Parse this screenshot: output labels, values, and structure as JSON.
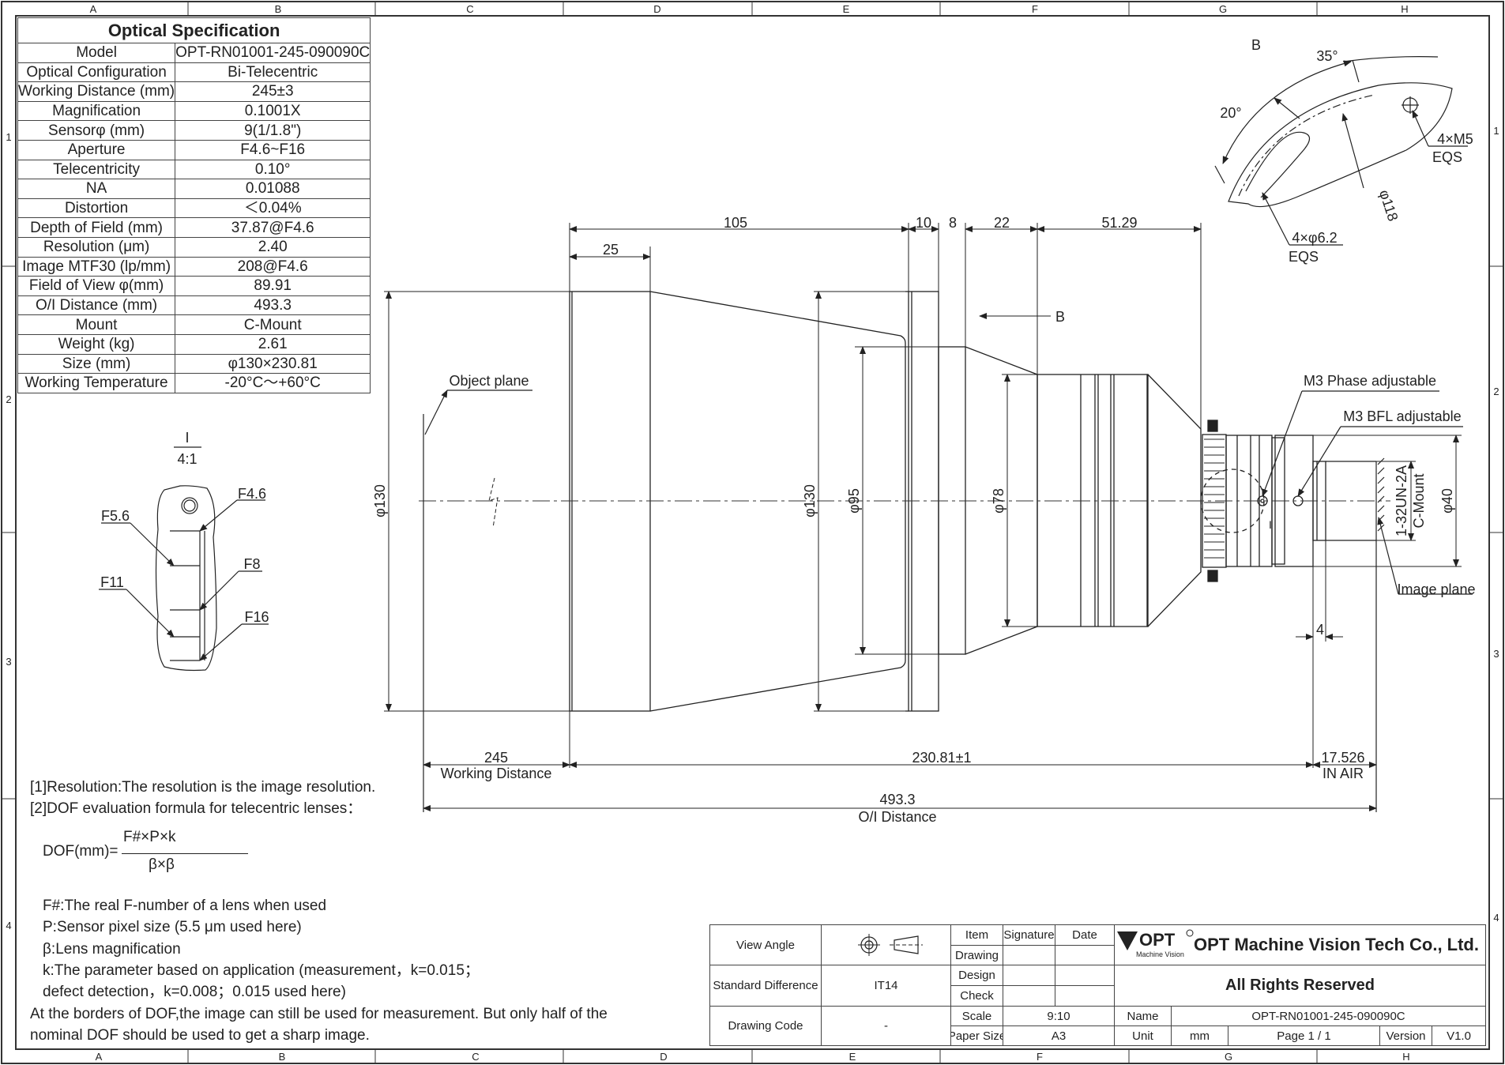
{
  "grid": {
    "columns": [
      "A",
      "B",
      "C",
      "D",
      "E",
      "F",
      "G",
      "H"
    ],
    "rows": [
      "1",
      "2",
      "3",
      "4"
    ]
  },
  "spec": {
    "title": "Optical Specification",
    "rows": [
      {
        "label": "Model",
        "value": "OPT-RN01001-245-090090C"
      },
      {
        "label": "Optical Configuration",
        "value": "Bi-Telecentric"
      },
      {
        "label": "Working Distance (mm)",
        "value": "245±3"
      },
      {
        "label": "Magnification",
        "value": "0.1001X"
      },
      {
        "label": "Sensorφ (mm)",
        "value": "9(1/1.8\")"
      },
      {
        "label": "Aperture",
        "value": "F4.6~F16"
      },
      {
        "label": "Telecentricity",
        "value": "0.10°"
      },
      {
        "label": "NA",
        "value": "0.01088"
      },
      {
        "label": "Distortion",
        "value": "＜0.04%"
      },
      {
        "label": "Depth of Field (mm)",
        "value": "37.87@F4.6"
      },
      {
        "label": "Resolution (μm)",
        "value": "2.40"
      },
      {
        "label": "Image MTF30 (lp/mm)",
        "value": "208@F4.6"
      },
      {
        "label": "Field of View φ(mm)",
        "value": "89.91"
      },
      {
        "label": "O/I Distance (mm)",
        "value": "493.3"
      },
      {
        "label": "Mount",
        "value": "C-Mount"
      },
      {
        "label": "Weight (kg)",
        "value": "2.61"
      },
      {
        "label": "Size (mm)",
        "value": "φ130×230.81"
      },
      {
        "label": "Working Temperature",
        "value": "-20°C～+60°C"
      }
    ]
  },
  "detail_view": {
    "label": "I",
    "scale": "4:1",
    "stops": [
      "F4.6",
      "F5.6",
      "F8",
      "F11",
      "F16"
    ]
  },
  "view_b": {
    "label": "B",
    "angle_top": "35°",
    "angle_left": "20°",
    "hole_top": "4×M5",
    "hole_top_note": "EQS",
    "diameter": "φ118",
    "hole_bottom": "4×φ6.2",
    "hole_bottom_note": "EQS"
  },
  "dimensions": {
    "d105": "105",
    "d10": "10",
    "d8": "8",
    "d22": "22",
    "d51": "51.29",
    "d25": "25",
    "arrow_b": "B",
    "phi130_left": "φ130",
    "phi130_mid": "φ130",
    "phi95": "φ95",
    "phi78": "φ78",
    "phi40": "φ40",
    "thread": "1-32UN-2A",
    "mount": "C-Mount",
    "d4": "4",
    "wd_value": "245",
    "wd_label": "Working Distance",
    "length_value": "230.81±1",
    "bfl_value": "17.526",
    "bfl_label": "IN AIR",
    "oi_value": "493.3",
    "oi_label": "O/I Distance",
    "object_plane": "Object plane",
    "image_plane": "Image plane",
    "phase_adj": "M3 Phase adjustable",
    "bfl_adj": "M3 BFL adjustable",
    "detail_ref": "I"
  },
  "notes": {
    "n1": "[1]Resolution:The resolution is  the image resolution.",
    "n2": "[2]DOF evaluation formula for telecentric lenses：",
    "formula_lhs": "DOF(mm)=",
    "formula_num": "F#×P×k",
    "formula_den": "β×β",
    "f_def": "F#:The real F-number of a lens when used",
    "p_def": "P:Sensor pixel size (5.5 μm used here)",
    "b_def": "β:Lens magnification",
    "k_def1": "k:The parameter based on application (measurement，k=0.015；",
    "k_def2": "defect detection，k=0.008；0.015 used here)",
    "border1": "At the borders of DOF,the image can still be used for measurement. But only half of the",
    "border2": "nominal DOF should be used to get a sharp image."
  },
  "title_block": {
    "view_angle": "View Angle",
    "standard_difference": "Standard Difference",
    "tolerance": "IT14",
    "drawing_code": "Drawing Code",
    "drawing_code_value": "-",
    "item": "Item",
    "signature": "Signature",
    "date": "Date",
    "drawing": "Drawing",
    "design": "Design",
    "check": "Check",
    "scale": "Scale",
    "scale_value": "9:10",
    "paper_size": "Paper Size",
    "paper_value": "A3",
    "logo_text": "OPT",
    "logo_sub": "Machine Vision",
    "company": "OPT Machine Vision Tech Co., Ltd.",
    "rights": "All Rights Reserved",
    "name": "Name",
    "name_value": "OPT-RN01001-245-090090C",
    "unit": "Unit",
    "unit_value": "mm",
    "page": "Page 1 / 1",
    "version": "Version",
    "version_value": "V1.0"
  }
}
